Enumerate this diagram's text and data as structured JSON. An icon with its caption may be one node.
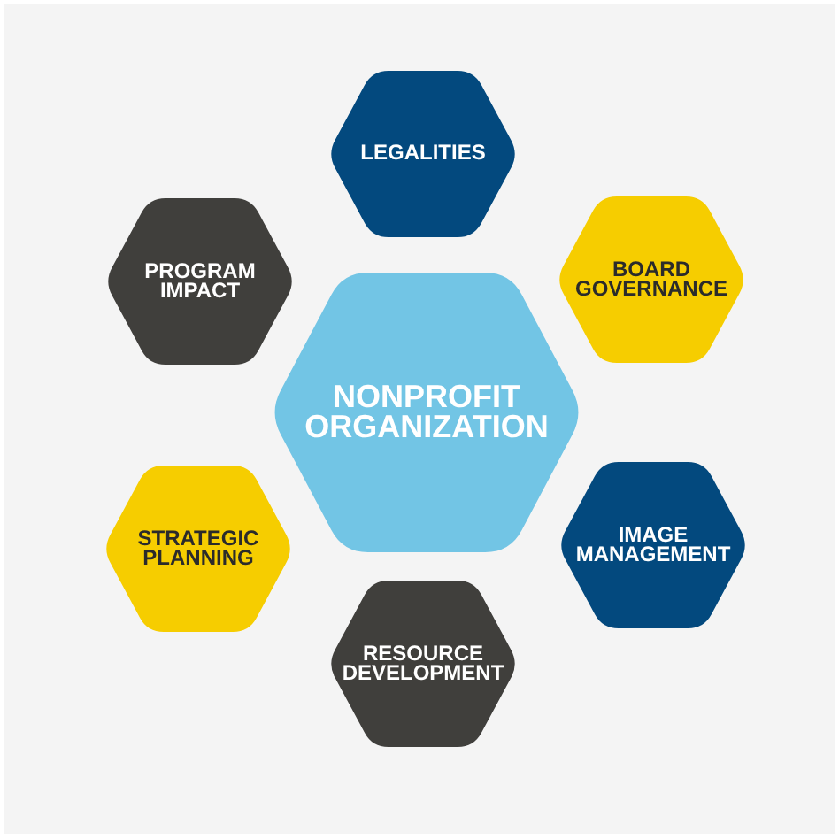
{
  "diagram": {
    "nodes": [
      {
        "text": [
          "LEGALITIES"
        ]
      },
      {
        "text": [
          "PROGRAM IMPACT"
        ]
      },
      {
        "text": [
          "BOARD GOVERNANCE"
        ]
      },
      {
        "text": [
          "NONPROFIT ORGANIZATION"
        ]
      },
      {
        "text": [
          "STRATEGIC PLANNING"
        ]
      },
      {
        "text": [
          "IMAGE MANAGEMENT"
        ]
      },
      {
        "text": [
          "RESOURCE DEVELOPMENT"
        ]
      }
    ]
  }
}
